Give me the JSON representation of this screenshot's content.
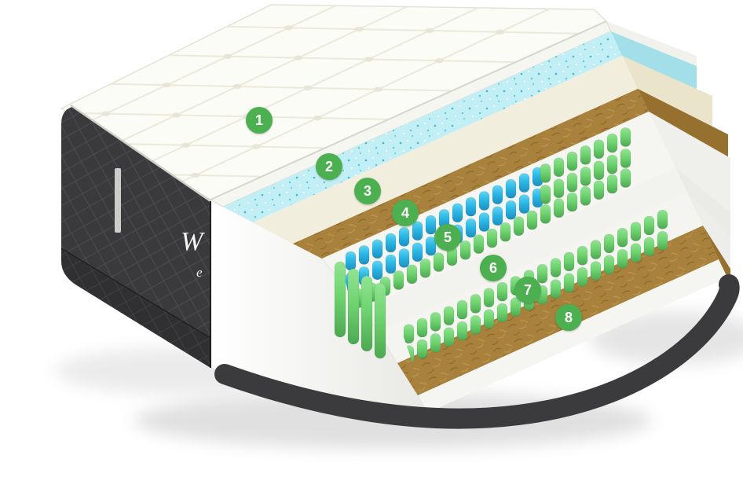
{
  "layers": [
    {
      "number": "1",
      "key": "quilted-pillow-top"
    },
    {
      "number": "2",
      "key": "gel-foam-layer"
    },
    {
      "number": "3",
      "key": "soft-foam-layer"
    },
    {
      "number": "4",
      "key": "coir-layer"
    },
    {
      "number": "5",
      "key": "pocket-spring-layer"
    },
    {
      "number": "6",
      "key": "foam-divider-layer"
    },
    {
      "number": "7",
      "key": "micro-spring-layer"
    },
    {
      "number": "8",
      "key": "coir-base-layer"
    }
  ],
  "side_logo": {
    "line1": "W",
    "line2": "e"
  },
  "colors": {
    "badge_green": "#4CAF50",
    "gel": "#c2eef5",
    "gel_speckle_dark": "#3fb9cc",
    "gel_speckle_mid": "#54cadb",
    "cream_foam": "#f2eedd",
    "coir": "#a8813c",
    "coir_dark": "#8a6527",
    "coir_light": "#c49a4e",
    "coil_blue_light": "#63d4f2",
    "coil_blue": "#2bb7e5",
    "coil_blue_dark": "#1b8fc0",
    "coil_green_light": "#92e392",
    "coil_green": "#6fd470",
    "coil_green_dark": "#4da852",
    "fabric_dark": "#3a3a3d",
    "fabric_seam": "#4c4c50",
    "binding": "#3b3b3e",
    "foam_white": "#f5f5f1"
  }
}
